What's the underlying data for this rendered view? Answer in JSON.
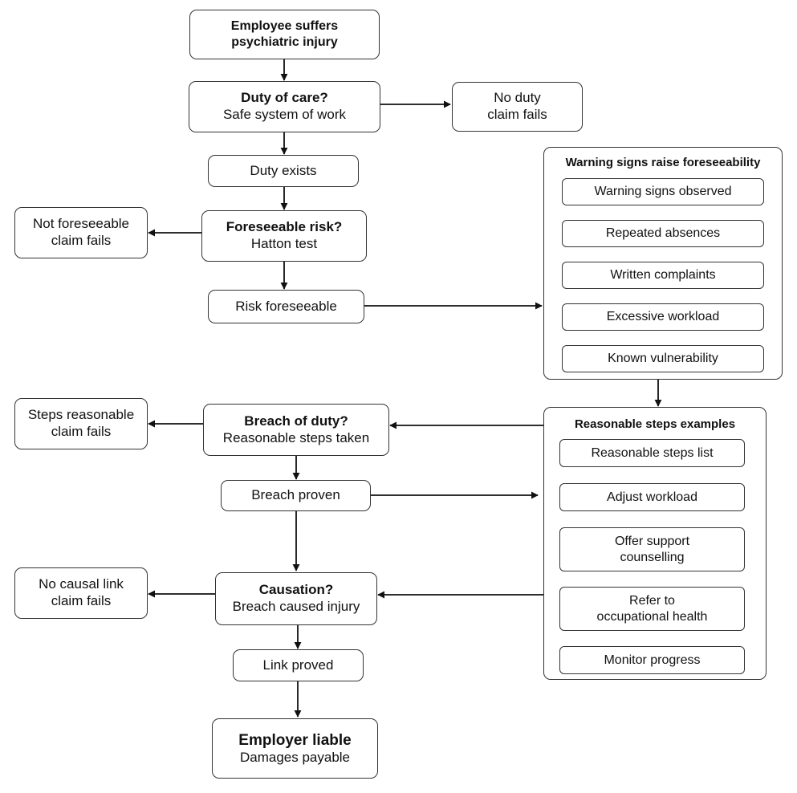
{
  "diagram": {
    "start": {
      "line1": "Employee suffers",
      "line2": "psychiatric injury"
    },
    "duty_question": {
      "title": "Duty of care?",
      "subtitle": "Safe system of work"
    },
    "no_duty": {
      "line1": "No duty",
      "line2": "claim fails"
    },
    "duty_exists": "Duty exists",
    "foreseeable_question": {
      "title": "Foreseeable risk?",
      "subtitle": "Hatton test"
    },
    "not_foreseeable": {
      "line1": "Not foreseeable",
      "line2": "claim fails"
    },
    "risk_foreseeable": "Risk foreseeable",
    "warning_group": {
      "title": "Warning signs raise foreseeability",
      "items": [
        "Warning signs observed",
        "Repeated absences",
        "Written complaints",
        "Excessive workload",
        "Known vulnerability"
      ]
    },
    "breach_question": {
      "title": "Breach of duty?",
      "subtitle": "Reasonable steps taken"
    },
    "steps_reasonable": {
      "line1": "Steps reasonable",
      "line2": "claim fails"
    },
    "breach_proven": "Breach proven",
    "steps_group": {
      "title": "Reasonable steps examples",
      "items": [
        {
          "line1": "Reasonable steps list",
          "line2": ""
        },
        {
          "line1": "Adjust workload",
          "line2": ""
        },
        {
          "line1": "Offer support",
          "line2": "counselling"
        },
        {
          "line1": "Refer to",
          "line2": "occupational health"
        },
        {
          "line1": "Monitor progress",
          "line2": ""
        }
      ]
    },
    "causation_question": {
      "title": "Causation?",
      "subtitle": "Breach caused injury"
    },
    "no_causal_link": {
      "line1": "No causal link",
      "line2": "claim fails"
    },
    "link_proved": "Link proved",
    "end": {
      "title": "Employer liable",
      "subtitle": "Damages payable"
    }
  }
}
